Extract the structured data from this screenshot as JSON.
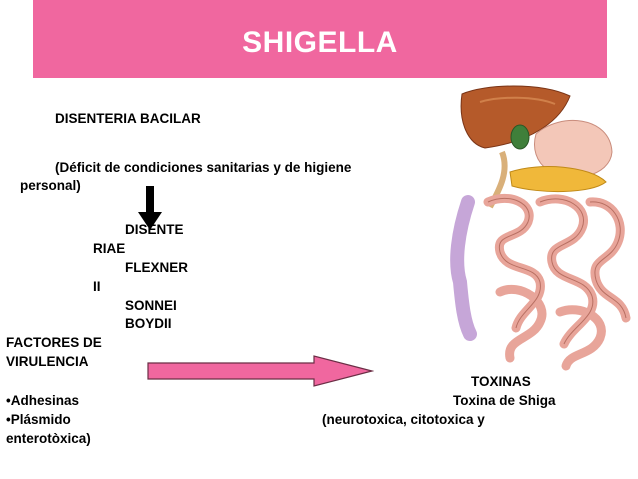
{
  "title": "SHIGELLA",
  "subtitle": "DISENTERIA BACILAR",
  "note": {
    "line1": "(Déficit de condiciones sanitarias y de   higiene",
    "line2": "personal)"
  },
  "species": {
    "dysenteriae_1": "DISENTE",
    "dysenteriae_2": "RIAE",
    "flexneri_1": "FLEXNER",
    "flexneri_2": "II",
    "sonnei": "SONNEI",
    "boydii": "BOYDII"
  },
  "virulence": {
    "heading_1": "FACTORES  DE",
    "heading_2": "VIRULENCIA",
    "items": [
      "•Adhesinas",
      "•Plásmido",
      "enterotòxica)"
    ]
  },
  "toxins": {
    "heading": "TOXINAS",
    "line1": "Toxina de Shiga",
    "line2": "(neurotoxica, citotoxica y"
  },
  "colors": {
    "banner": "#f0679f",
    "arrow_fill": "#f0679f",
    "arrow_stroke": "#6b2e45",
    "down_arrow": "#000000"
  },
  "icons": {
    "down_arrow": "down-arrow-icon",
    "right_arrow": "right-arrow-icon",
    "illustration": "digestive-system-illustration"
  }
}
